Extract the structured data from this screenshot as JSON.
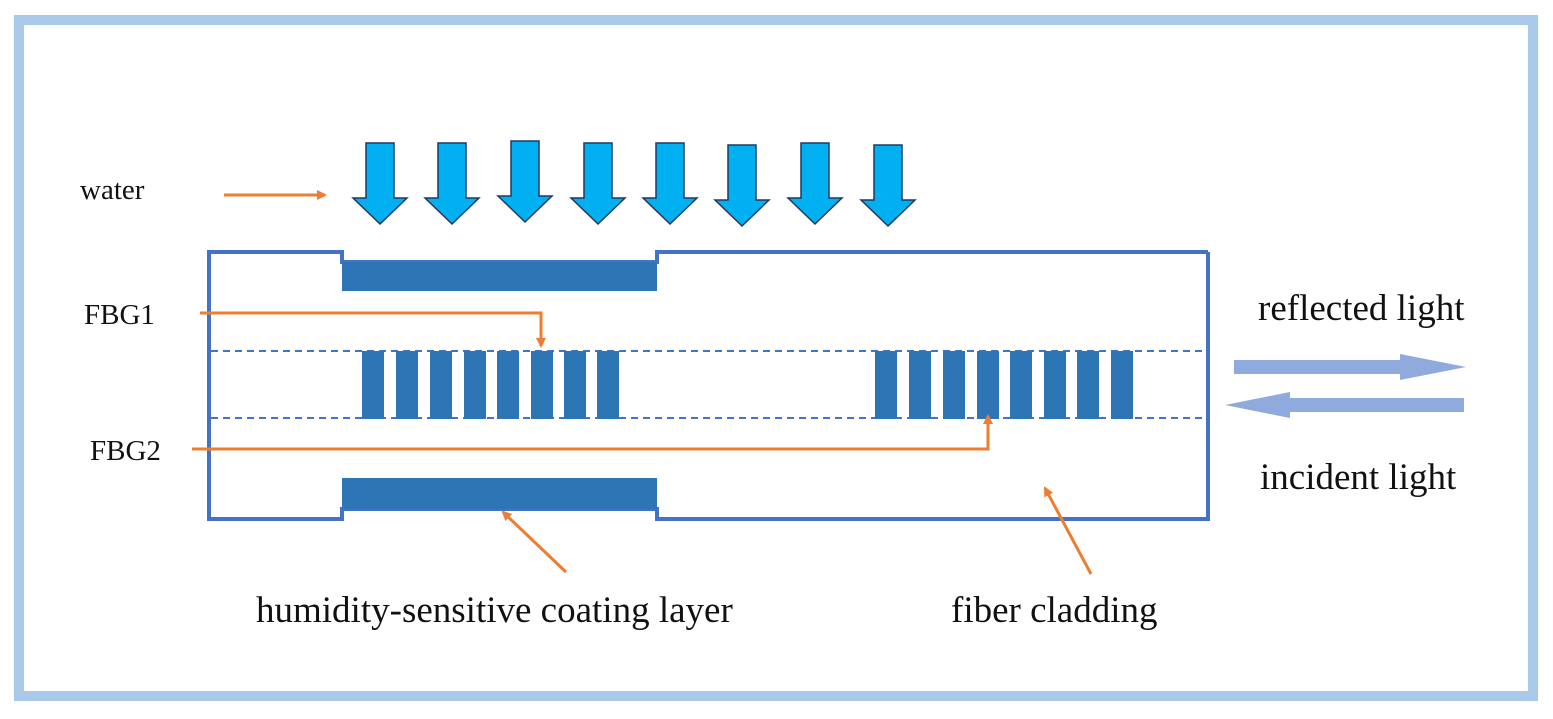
{
  "labels": {
    "water": "water",
    "fbg1": "FBG1",
    "fbg2": "FBG2",
    "reflected": "reflected light",
    "incident": "incident light",
    "coating": "humidity-sensitive coating layer",
    "cladding": "fiber cladding"
  },
  "colors": {
    "frame": "#a9c9e8",
    "fiber": "#4472c4",
    "coating": "#2e75b6",
    "grating": "#2e75b6",
    "water_arrow": "#00b0f0",
    "pointer": "#ed7d31",
    "light_arrow": "#8faadc"
  },
  "icons": {
    "water_drop": "down-arrow-icon",
    "pointer": "orange-arrow-icon",
    "light": "horizontal-arrow-icon"
  }
}
